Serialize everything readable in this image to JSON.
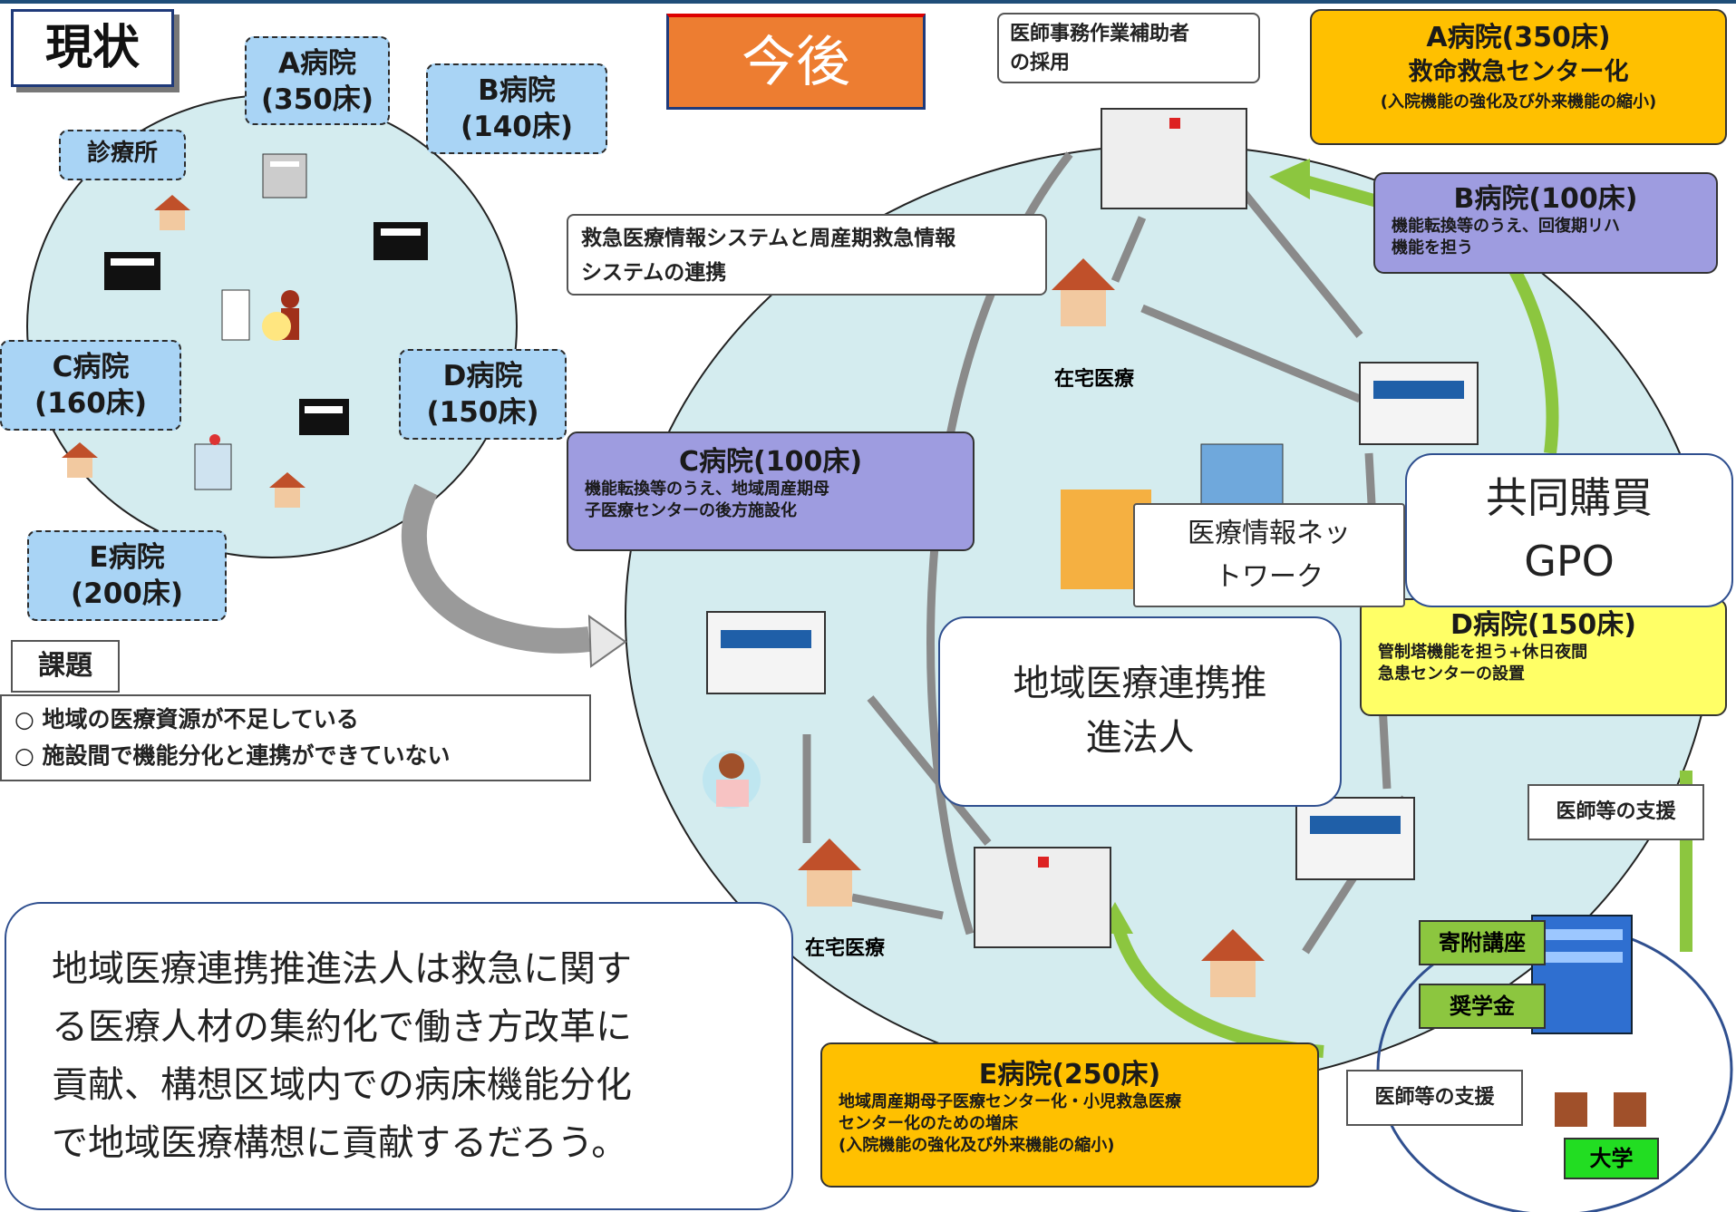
{
  "current": {
    "title": "現状",
    "hospitals": {
      "a": "A病院\n(350床)",
      "b": "B病院\n(140床)",
      "clinic": "診療所",
      "c": "C病院\n(160床)",
      "d": "D病院\n(150床)",
      "e": "E病院\n(200床)"
    },
    "issues_title": "課題",
    "issues": [
      "○ 地域の医療資源が不足している",
      "○ 施設間で機能分化と連携ができていない"
    ]
  },
  "future": {
    "title": "今後",
    "assistant_box": "医師事務作業補助者\nの採用",
    "emergency_box": "救急医療情報システムと周産期救急情報\nシステムの連携",
    "home_care_1": "在宅医療",
    "home_care_2": "在宅医療",
    "a": {
      "title": "A病院(350床)",
      "line1": "救命救急センター化",
      "line2": "(入院機能の強化及び外来機能の縮小)"
    },
    "b": {
      "title": "B病院(100床)",
      "desc": "機能転換等のうえ、回復期リハ\n機能を担う"
    },
    "c": {
      "title": "C病院(100床)",
      "desc": "機能転換等のうえ、地域周産期母\n子医療センターの後方施設化"
    },
    "d": {
      "title": "D病院(150床)",
      "desc": "管制塔機能を担う+休日夜間\n急患センターの設置"
    },
    "e": {
      "title": "E病院(250床)",
      "desc": "地域周産期母子医療センター化・小児救急医療\nセンター化のための増床\n(入院機能の強化及び外来機能の縮小)"
    },
    "network": "医療情報ネッ\nトワーク",
    "gpo": {
      "line1": "共同購買",
      "line2": "GPO"
    },
    "corp": "地域医療連携推\n進法人",
    "doctor_support_1": "医師等の支援",
    "doctor_support_2": "医師等の支援",
    "endowed": "寄附講座",
    "scholarship": "奨学金",
    "university": "大学"
  },
  "note": "地域医療連携推進法人は救急に関す\nる医療人材の集約化で働き方改革に\n貢献、構想区域内での病床機能分化\nで地域医療構想に貢献するだろう。",
  "colors": {
    "current_bubble": "#a9d4f5",
    "purple": "#9e9ce0",
    "orange": "#ffc000",
    "yellow": "#ffff66",
    "circle_fill": "#d4ecef",
    "arrow_green": "#8cc63f",
    "future_title_bg": "#ed7d31"
  }
}
